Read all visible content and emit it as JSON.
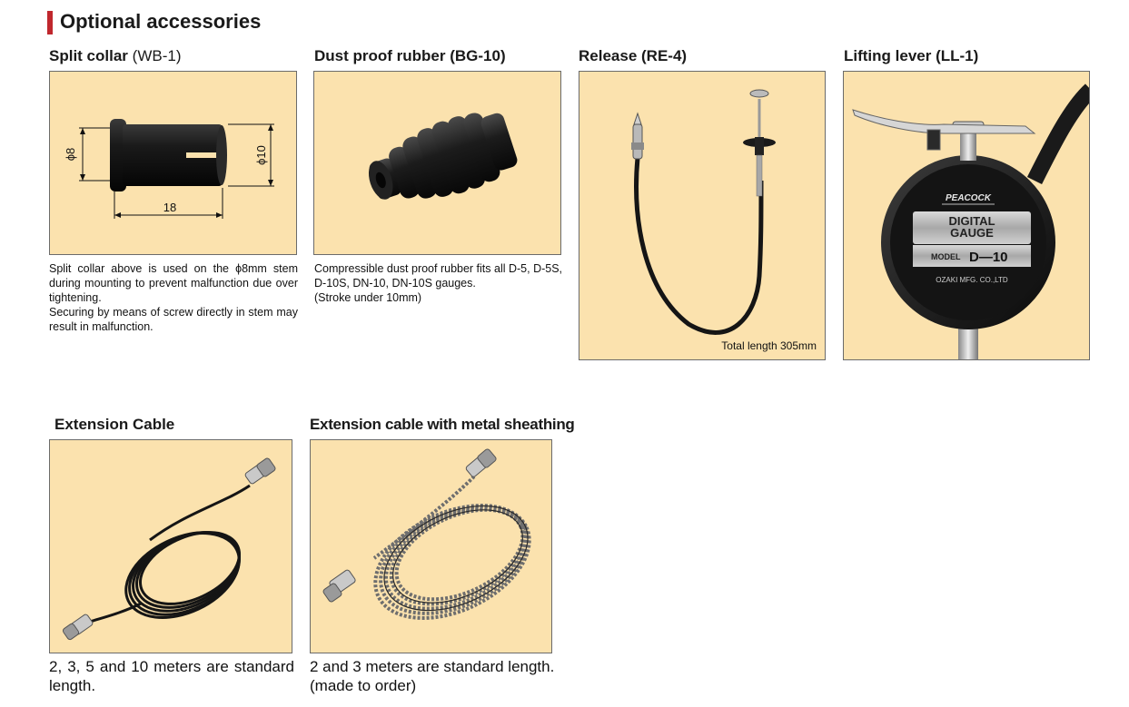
{
  "section_title": "Optional accessories",
  "items": [
    {
      "title": "Split collar",
      "code": "(WB-1)",
      "dims": {
        "phi8": "ϕ8",
        "phi10": "ϕ10",
        "length": "18"
      },
      "desc": [
        "Split collar above is used on the ϕ8mm stem during mounting to prevent malfunction due over tightening.",
        "Securing by means of screw directly in stem may result in malfunction."
      ]
    },
    {
      "title": "Dust proof rubber",
      "code": "(BG-10)",
      "desc": [
        "Compressible dust proof rubber fits all D-5, D-5S, D-10S, DN-10, DN-10S gauges.",
        "(Stroke under 10mm)"
      ]
    },
    {
      "title": "Release",
      "code": "(RE-4)",
      "caption": "Total length 305mm"
    },
    {
      "title": "Lifting lever",
      "code": "(LL-1)",
      "gauge": {
        "brand": "PEACOCK",
        "line1": "DIGITAL",
        "line2": "GAUGE",
        "model_label": "MODEL",
        "model_value": "D—10",
        "maker": "OZAKI MFG. CO.,LTD"
      }
    },
    {
      "title": "Extension Cable",
      "desc": "2, 3, 5 and 10 meters are standard length."
    },
    {
      "title": "Extension cable with metal sheathing",
      "desc1": "2 and 3 meters are standard length.",
      "desc2": "(made to order)"
    }
  ]
}
